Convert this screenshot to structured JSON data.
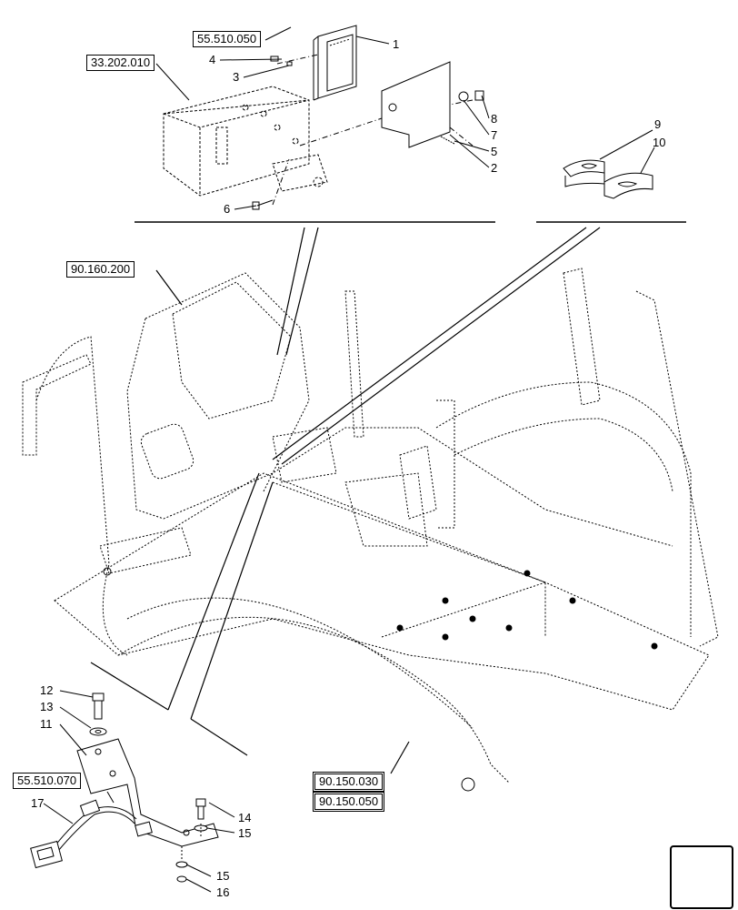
{
  "references": {
    "top_module": "55.510.050",
    "bracket": "33.202.010",
    "console": "90.160.200",
    "floor_a": "90.150.030",
    "floor_b": "90.150.050",
    "harness": "55.510.070"
  },
  "callouts": [
    "1",
    "2",
    "3",
    "4",
    "5",
    "6",
    "7",
    "8",
    "9",
    "10",
    "11",
    "12",
    "13",
    "14",
    "15",
    "15",
    "16",
    "17"
  ],
  "nav_icon": "next-page-arrow-icon"
}
